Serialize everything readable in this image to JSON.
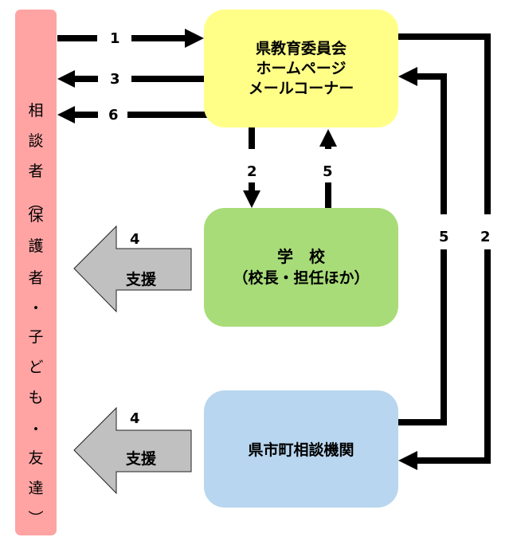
{
  "person": {
    "chars": [
      "相",
      "談",
      "者",
      "︵",
      "保",
      "護",
      "者",
      "・",
      "子",
      "ど",
      "も",
      "・",
      "友",
      "達",
      "︶"
    ],
    "label": "相談者（保護者・子ども・友達）"
  },
  "boxes": {
    "board": {
      "lines": [
        "県教育委員会",
        "ホームページ",
        "メールコーナー"
      ],
      "color": "#ffff88"
    },
    "school": {
      "lines": [
        "学　校",
        "（校長・担任ほか）"
      ],
      "color": "#a8dc78"
    },
    "agency": {
      "lines": [
        "県市町相談機関"
      ],
      "color": "#b8d6ef"
    }
  },
  "flows": [
    {
      "id": "1",
      "label": "1",
      "from": "person",
      "to": "board"
    },
    {
      "id": "3",
      "label": "3",
      "from": "board",
      "to": "person"
    },
    {
      "id": "6",
      "label": "6",
      "from": "board",
      "to": "person"
    },
    {
      "id": "2-school",
      "label": "2",
      "from": "board",
      "to": "school"
    },
    {
      "id": "5-school",
      "label": "5",
      "from": "school",
      "to": "board"
    },
    {
      "id": "2-agency",
      "label": "2",
      "from": "board",
      "to": "agency"
    },
    {
      "id": "5-agency",
      "label": "5",
      "from": "agency",
      "to": "board"
    }
  ],
  "support_arrows": [
    {
      "number": "4",
      "label": "支援",
      "from": "school",
      "to": "person"
    },
    {
      "number": "4",
      "label": "支援",
      "from": "agency",
      "to": "person"
    }
  ],
  "colors": {
    "person": "#ffa3a3",
    "line": "#000000",
    "support_arrow": "#c0c0c0"
  }
}
